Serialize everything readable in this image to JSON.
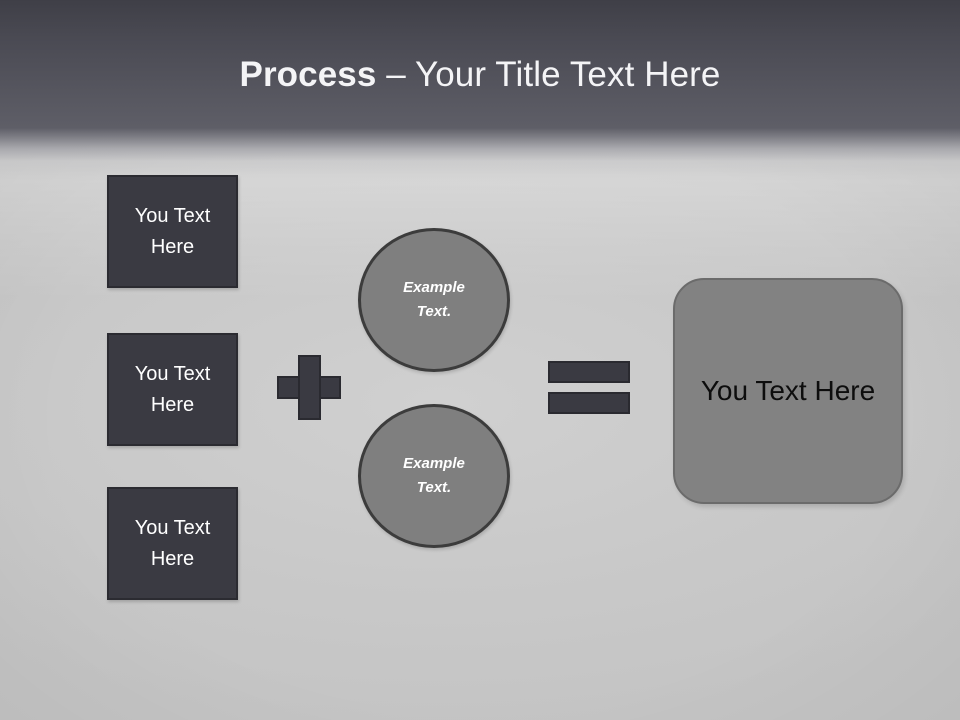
{
  "slide": {
    "background_color": "#cacaca",
    "header": {
      "band_color_top": "#3f3f47",
      "band_color_bottom": "#5e5e67",
      "title_strong": "Process",
      "title_separator": " – ",
      "title_light": "Your Title Text Here",
      "title_color": "#f4f4f6"
    },
    "input_boxes": {
      "fill_color": "#3a3a42",
      "text_color": "#ffffff",
      "items": [
        {
          "label": "You Text Here"
        },
        {
          "label": "You Text Here"
        },
        {
          "label": "You Text Here"
        }
      ]
    },
    "operators": {
      "plus": {
        "symbol": "+",
        "color": "#3a3a42"
      },
      "equals": {
        "symbol": "=",
        "color": "#3a3a42"
      }
    },
    "circles": {
      "fill_color": "#7f7f7f",
      "border_color": "#3c3c3c",
      "text_color": "#ffffff",
      "items": [
        {
          "line1": "Example",
          "line2": "Text."
        },
        {
          "line1": "Example",
          "line2": "Text."
        }
      ]
    },
    "result": {
      "label": "You Text Here",
      "fill_color": "#828282",
      "text_color": "#0d0d0d"
    }
  }
}
